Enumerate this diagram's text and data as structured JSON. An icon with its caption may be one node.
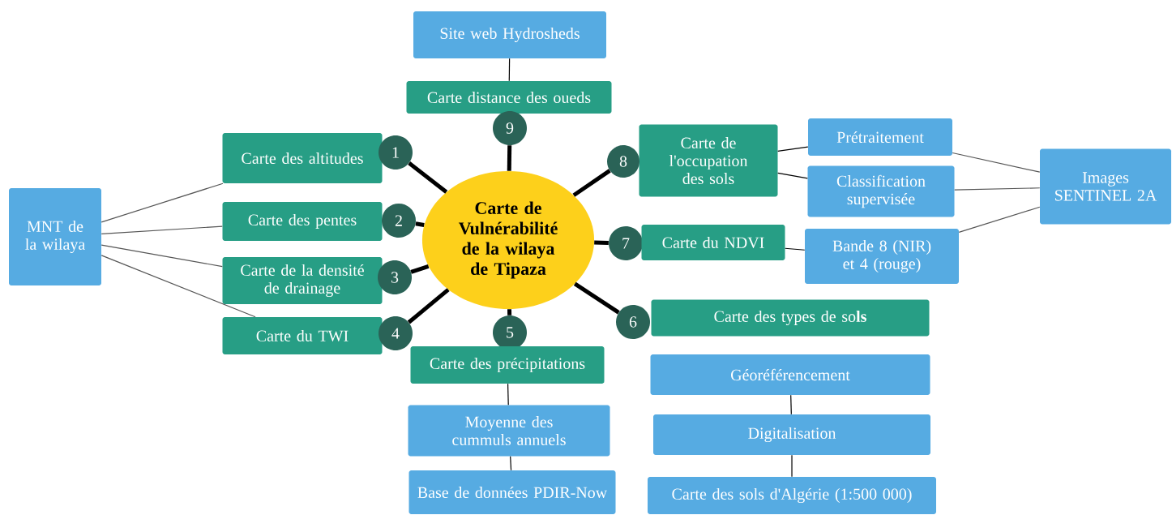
{
  "diagram": {
    "nodes": [
      {
        "text": [
          "Site web Hydrosheds"
        ]
      },
      {
        "text": [
          "Carte distance des oueds"
        ]
      },
      {
        "text": [
          "9"
        ]
      },
      {
        "text": [
          "Carte des altitudes"
        ]
      },
      {
        "text": [
          "1"
        ]
      },
      {
        "text": [
          "Carte de l'occupation des sols"
        ]
      },
      {
        "text": [
          "8"
        ]
      },
      {
        "text": [
          "Prétraitement"
        ]
      },
      {
        "text": [
          "Images SENTINEL 2A"
        ]
      },
      {
        "text": [
          "MNT de la wilaya"
        ]
      },
      {
        "text": [
          "Carte des pentes"
        ]
      },
      {
        "text": [
          "2"
        ]
      },
      {
        "text": [
          "Carte de Vulnérabilité de la wilaya de Tipaza"
        ]
      },
      {
        "text": [
          "Classification supervisée"
        ]
      },
      {
        "text": [
          "7"
        ]
      },
      {
        "text": [
          "Carte du NDVI"
        ]
      },
      {
        "text": [
          "Bande 8 (NIR) et 4 (rouge)"
        ]
      },
      {
        "text": [
          "Carte de la densité de drainage"
        ]
      },
      {
        "text": [
          "3"
        ]
      },
      {
        "text": [
          "Carte du TWI"
        ]
      },
      {
        "text": [
          "4"
        ]
      },
      {
        "text": [
          "5"
        ]
      },
      {
        "text": [
          "6"
        ]
      },
      {
        "text": [
          "Carte des types de so**ls**"
        ]
      },
      {
        "text": [
          "Carte des précipitations"
        ]
      },
      {
        "text": [
          "Géoréférencement"
        ]
      },
      {
        "text": [
          "Moyenne des cummuls annuels"
        ]
      },
      {
        "text": [
          "Digitalisation"
        ]
      },
      {
        "text": [
          "Base de données PDIR-Now"
        ]
      },
      {
        "text": [
          "Carte des sols d'Algérie (1:500 000)"
        ]
      }
    ],
    "edges": [
      {
        "from": 0,
        "to": 1,
        "arrow": "none"
      },
      {
        "from": 12,
        "to": 2,
        "arrow": "none",
        "style": "thick"
      },
      {
        "from": 12,
        "to": 4,
        "arrow": "none",
        "style": "thick"
      },
      {
        "from": 12,
        "to": 11,
        "arrow": "none",
        "style": "thick"
      },
      {
        "from": 12,
        "to": 18,
        "arrow": "none",
        "style": "thick"
      },
      {
        "from": 12,
        "to": 20,
        "arrow": "none",
        "style": "thick"
      },
      {
        "from": 12,
        "to": 21,
        "arrow": "none",
        "style": "thick"
      },
      {
        "from": 12,
        "to": 22,
        "arrow": "none",
        "style": "thick"
      },
      {
        "from": 12,
        "to": 14,
        "arrow": "none",
        "style": "thick"
      },
      {
        "from": 12,
        "to": 6,
        "arrow": "none",
        "style": "thick"
      },
      {
        "from": 9,
        "to": 3,
        "arrow": "none",
        "color": "#555555"
      },
      {
        "from": 9,
        "to": 10,
        "arrow": "none",
        "color": "#555555"
      },
      {
        "from": 9,
        "to": 17,
        "arrow": "none",
        "color": "#555555"
      },
      {
        "from": 9,
        "to": 19,
        "arrow": "none",
        "color": "#555555"
      },
      {
        "from": 5,
        "to": 7,
        "arrow": "none"
      },
      {
        "from": 5,
        "to": 13,
        "arrow": "none"
      },
      {
        "from": 8,
        "to": 7,
        "arrow": "none",
        "color": "#555555"
      },
      {
        "from": 8,
        "to": 13,
        "arrow": "none",
        "color": "#555555"
      },
      {
        "from": 8,
        "to": 16,
        "arrow": "none",
        "color": "#555555"
      },
      {
        "from": 15,
        "to": 16,
        "arrow": "none"
      },
      {
        "from": 24,
        "to": 26,
        "arrow": "none"
      },
      {
        "from": 26,
        "to": 28,
        "arrow": "none"
      },
      {
        "from": 25,
        "to": 27,
        "arrow": "none"
      },
      {
        "from": 27,
        "to": 29,
        "arrow": "none"
      }
    ]
  }
}
